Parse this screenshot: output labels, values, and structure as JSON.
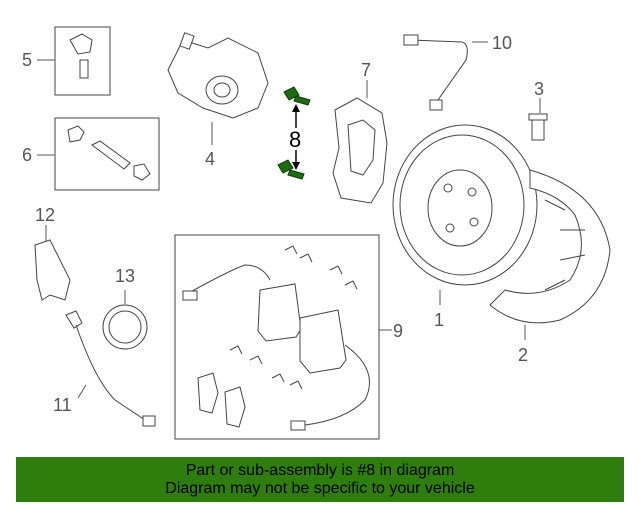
{
  "callouts": {
    "c1": "1",
    "c2": "2",
    "c3": "3",
    "c4": "4",
    "c5": "5",
    "c6": "6",
    "c7": "7",
    "c8": "8",
    "c9": "9",
    "c10": "10",
    "c11": "11",
    "c12": "12",
    "c13": "13"
  },
  "banner": {
    "line1": "Part or sub-assembly is #8 in diagram",
    "line2": "Diagram may not be specific to your vehicle"
  },
  "colors": {
    "banner_bg": "#2f7d0c",
    "highlight_part": "#1f6b14"
  }
}
